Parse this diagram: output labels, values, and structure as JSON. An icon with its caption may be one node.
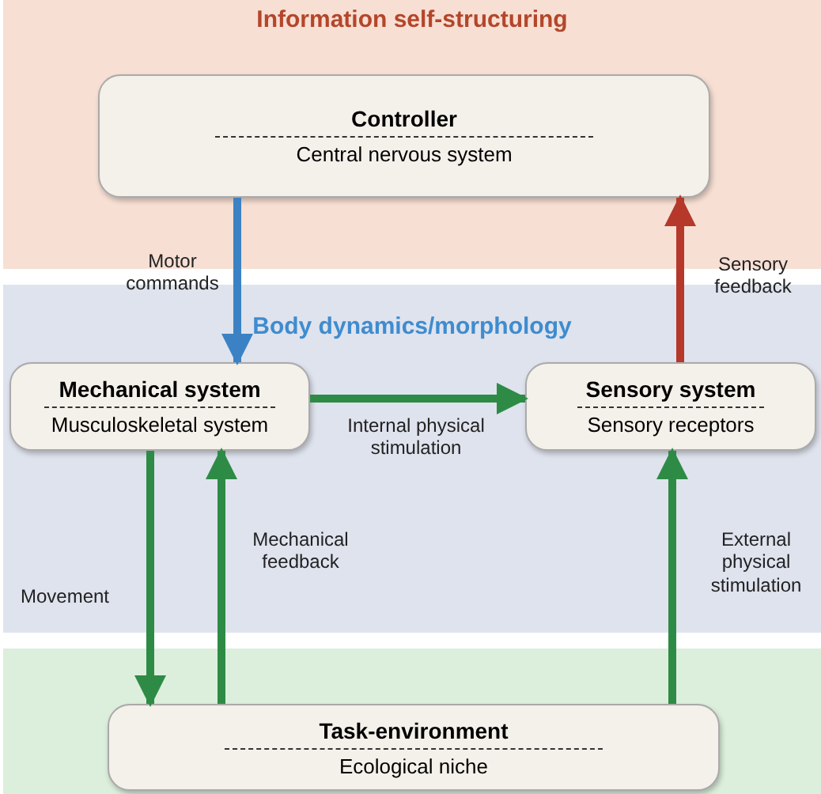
{
  "diagram": {
    "nodes": [
      {
        "text": [
          "Information self-structuring"
        ]
      },
      {
        "text": [
          "Controller",
          "Central nervous system"
        ],
        "in": 0
      },
      {
        "text": [
          "Body dynamics/morphology"
        ]
      },
      {
        "text": [
          "Mechanical system",
          "Musculoskeletal system"
        ],
        "in": 2
      },
      {
        "text": [
          "Sensory system",
          "Sensory receptors"
        ],
        "in": 2
      },
      {
        "text": [],
        "shape": "box"
      },
      {
        "text": [
          "Task-environment",
          "Ecological niche"
        ],
        "in": 5
      }
    ],
    "edges": [
      {
        "from": 1,
        "to": 3,
        "arrow": "to",
        "label": "Motor commands",
        "color": "#3b82c4"
      },
      {
        "from": 4,
        "to": 1,
        "arrow": "to",
        "label": "Sensory feedback",
        "color": "#b5382b"
      },
      {
        "from": 3,
        "to": 4,
        "arrow": "to",
        "label": "Internal physical stimulation"
      },
      {
        "from": 3,
        "to": 6,
        "arrow": "to",
        "label": "Movement"
      },
      {
        "from": 6,
        "to": 3,
        "arrow": "to",
        "label": "Mechanical feedback"
      },
      {
        "from": 6,
        "to": 4,
        "arrow": "to",
        "label": "External physical stimulation"
      }
    ]
  }
}
